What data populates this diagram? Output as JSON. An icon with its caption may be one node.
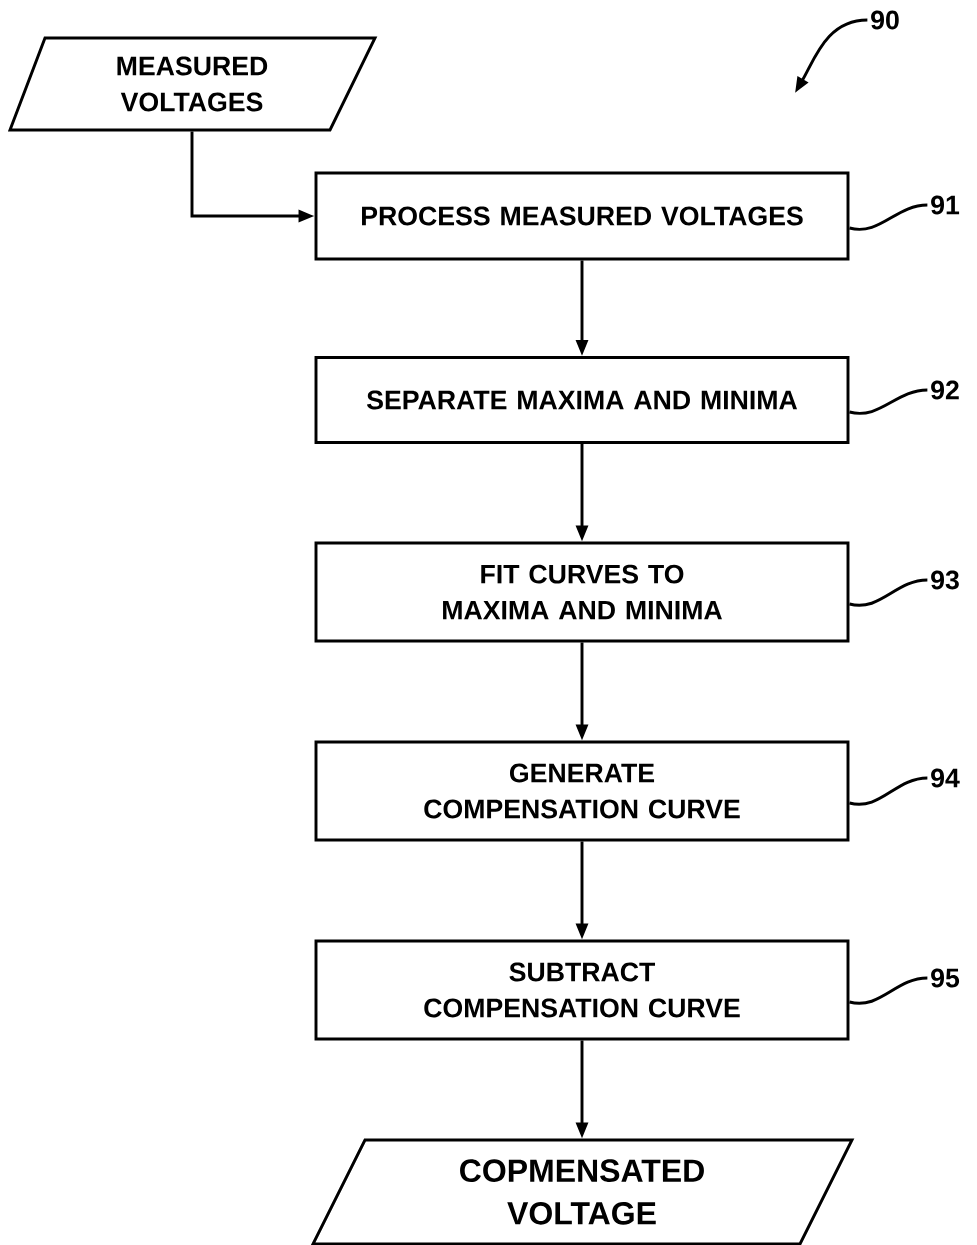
{
  "diagram": {
    "nodes": [
      {
        "text": [
          "MEASURED VOLTAGES"
        ]
      },
      {
        "text": [
          "PROCESS MEASURED VOLTAGES"
        ]
      },
      {
        "text": [
          "SEPARATE MAXIMA AND MINIMA"
        ]
      },
      {
        "text": [
          "FIT CURVES TO MAXIMA AND MINIMA"
        ]
      },
      {
        "text": [
          "GENERATE COMPENSATION CURVE"
        ]
      },
      {
        "text": [
          "SUBTRACT COMPENSATION CURVE"
        ]
      },
      {
        "text": [
          "COPMENSATED VOLTAGE"
        ]
      },
      {
        "text": [
          "90"
        ]
      },
      {
        "text": [
          "91"
        ]
      },
      {
        "text": [
          "92"
        ]
      },
      {
        "text": [
          "93"
        ]
      },
      {
        "text": [
          "94"
        ]
      },
      {
        "text": [
          "95"
        ]
      }
    ],
    "edges": [
      {
        "from": 0,
        "to": 1,
        "arrow": "to"
      },
      {
        "from": 1,
        "to": 2,
        "arrow": "to"
      },
      {
        "from": 2,
        "to": 3,
        "arrow": "to"
      },
      {
        "from": 3,
        "to": 4,
        "arrow": "to"
      },
      {
        "from": 4,
        "to": 5,
        "arrow": "to"
      },
      {
        "from": 5,
        "to": 6,
        "arrow": "to"
      },
      {
        "from": 7,
        "to": null,
        "arrow": "to"
      },
      {
        "from": 8,
        "to": 1,
        "arrow": "none"
      },
      {
        "from": 9,
        "to": 2,
        "arrow": "none"
      },
      {
        "from": 10,
        "to": 3,
        "arrow": "none"
      },
      {
        "from": 11,
        "to": 4,
        "arrow": "none"
      },
      {
        "from": 12,
        "to": 5,
        "arrow": "none"
      }
    ]
  }
}
